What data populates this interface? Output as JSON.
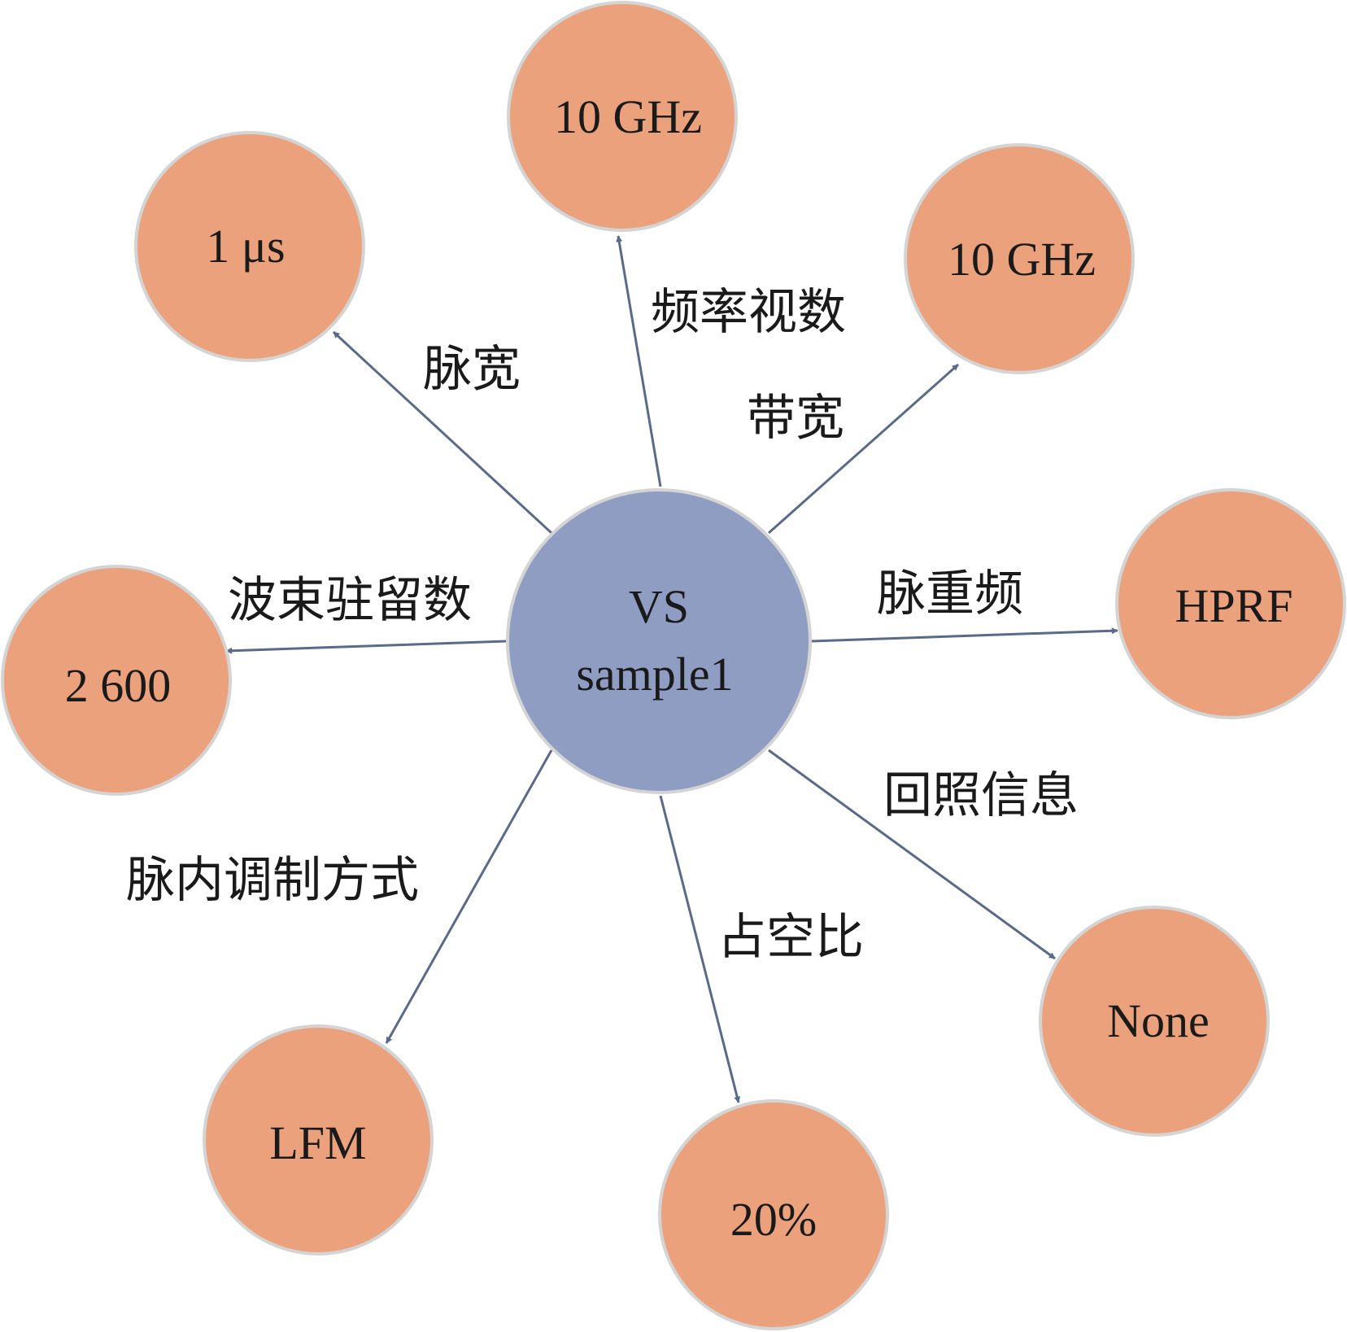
{
  "colors": {
    "center_fill": "#8f9dc2",
    "leaf_fill": "#eba27c",
    "node_stroke": "#d4d4d4",
    "edge": "#5a6a8a"
  },
  "center": {
    "label_line1": "VS",
    "label_line2": "sample1"
  },
  "nodes": [
    {
      "id": "pulse-width",
      "value": "1 μs",
      "edge_label": "脉宽"
    },
    {
      "id": "frequency",
      "value": "10 GHz",
      "edge_label": "频率视数"
    },
    {
      "id": "bandwidth",
      "value": "10 GHz",
      "edge_label": "带宽"
    },
    {
      "id": "prf",
      "value": "HPRF",
      "edge_label": "脉重频"
    },
    {
      "id": "echo-info",
      "value": "None",
      "edge_label": "回照信息"
    },
    {
      "id": "duty-cycle",
      "value": "20%",
      "edge_label": "占空比"
    },
    {
      "id": "modulation",
      "value": "LFM",
      "edge_label": "脉内调制方式"
    },
    {
      "id": "dwell-count",
      "value": "2 600",
      "edge_label": "波束驻留数"
    }
  ]
}
